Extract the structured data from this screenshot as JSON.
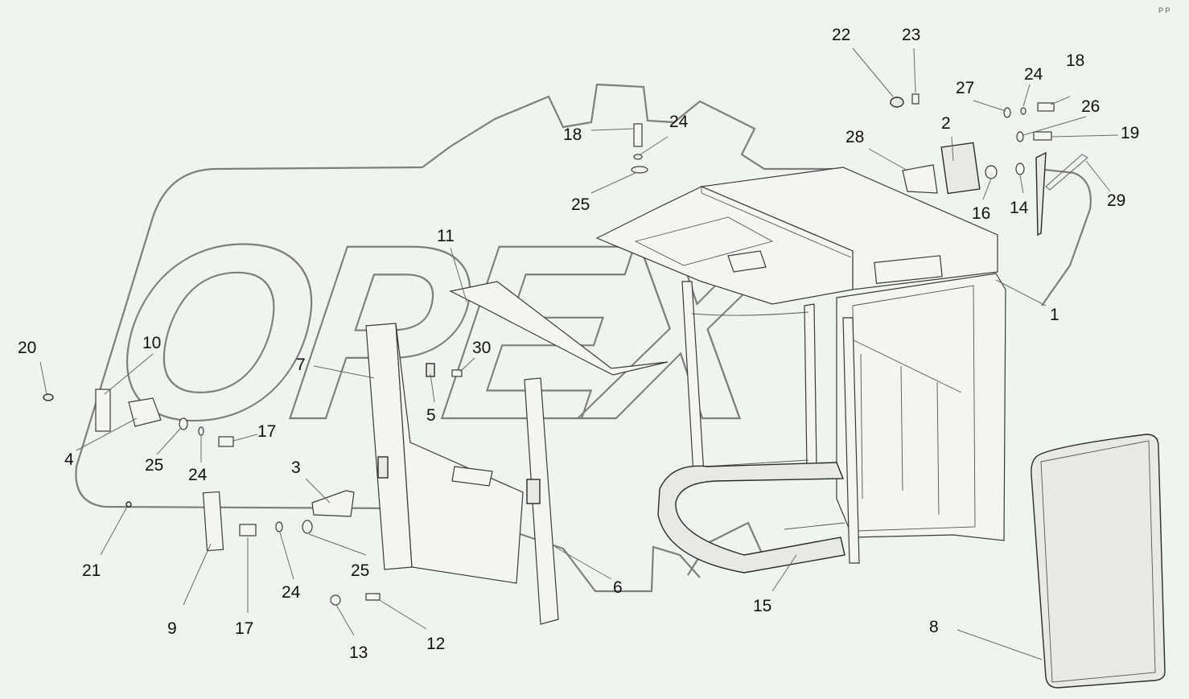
{
  "diagram": {
    "corner_mark": "P P",
    "watermark": "OPEX",
    "callouts": [
      "1",
      "2",
      "3",
      "4",
      "5",
      "6",
      "7",
      "8",
      "9",
      "10",
      "11",
      "12",
      "13",
      "14",
      "15",
      "16",
      "17",
      "17",
      "18",
      "18",
      "19",
      "20",
      "21",
      "22",
      "23",
      "24",
      "24",
      "24",
      "24",
      "25",
      "25",
      "25",
      "26",
      "27",
      "28",
      "29",
      "30"
    ]
  }
}
